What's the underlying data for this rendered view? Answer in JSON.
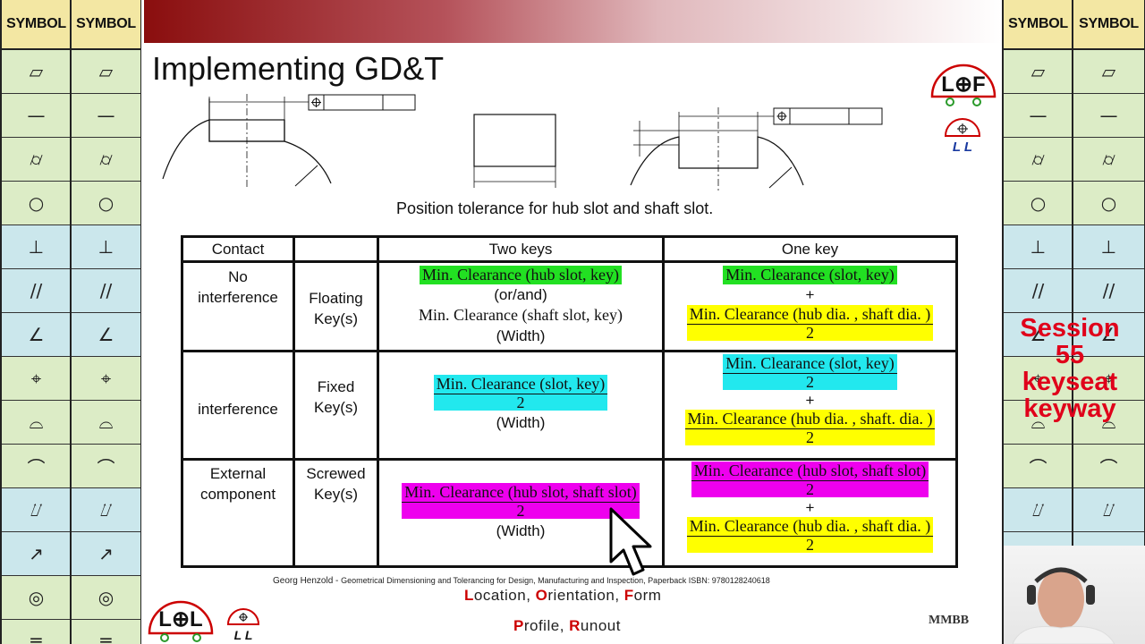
{
  "slide": {
    "title": "Implementing GD&T",
    "caption": "Position tolerance for hub slot and shaft slot.",
    "session_lines": [
      "Session",
      "55",
      "keyseat",
      "keyway"
    ],
    "credit_author": "Georg Henzold - ",
    "credit_book": "Geometrical Dimensioning and Tolerancing for Design, Manufacturing and Inspection, Paperback ISBN: 9780128240618",
    "lof": [
      {
        "initial": "L",
        "rest": "ocation, "
      },
      {
        "initial": "O",
        "rest": "rientation, "
      },
      {
        "initial": "F",
        "rest": "orm"
      }
    ],
    "pr": [
      {
        "initial": "P",
        "rest": "rofile, "
      },
      {
        "initial": "R",
        "rest": "unout"
      }
    ],
    "brand": "MMBB",
    "logo_text_top": "L⊕F",
    "logo_text_bottom": "L⊕L"
  },
  "symbol_columns": {
    "header": "SYMBOL",
    "symbols": [
      {
        "icon": "flatness-icon",
        "glyph": "▱",
        "group": "green"
      },
      {
        "icon": "straightness-icon",
        "glyph": "—",
        "group": "green"
      },
      {
        "icon": "cylindricity-icon",
        "glyph": "⌭",
        "group": "green"
      },
      {
        "icon": "circularity-icon",
        "glyph": "○",
        "group": "green"
      },
      {
        "icon": "perpendicularity-icon",
        "glyph": "⊥",
        "group": "blue"
      },
      {
        "icon": "parallelism-icon",
        "glyph": "//",
        "group": "blue"
      },
      {
        "icon": "angularity-icon",
        "glyph": "∠",
        "group": "blue"
      },
      {
        "icon": "position-icon",
        "glyph": "⌖",
        "group": "green"
      },
      {
        "icon": "profile-surface-icon",
        "glyph": "⌓",
        "group": "green"
      },
      {
        "icon": "profile-line-icon",
        "glyph": "⌒",
        "group": "green"
      },
      {
        "icon": "total-runout-icon",
        "glyph": "⌰",
        "group": "blue"
      },
      {
        "icon": "circular-runout-icon",
        "glyph": "↗",
        "group": "blue"
      },
      {
        "icon": "concentricity-icon",
        "glyph": "◎",
        "group": "green"
      },
      {
        "icon": "symmetry-icon",
        "glyph": "≡",
        "group": "green"
      }
    ]
  },
  "table": {
    "headers": [
      "Contact",
      "",
      "Two keys",
      "One key"
    ],
    "rows": [
      {
        "contact": [
          "No",
          "interference"
        ],
        "key": [
          "Floating",
          "Key(s)"
        ],
        "two_keys": {
          "highlight": "Min. Clearance (hub slot, key)",
          "lines": [
            "(or/and)",
            "Min. Clearance (shaft slot, key)",
            "(Width)"
          ]
        },
        "one_key": {
          "top": "Min. Clearance (slot, key)",
          "plus": "+",
          "frac_num": "Min. Clearance (hub dia. , shaft dia. )",
          "frac_den": "2"
        }
      },
      {
        "contact": [
          "interference"
        ],
        "key": [
          "Fixed",
          "Key(s)"
        ],
        "two_keys": {
          "frac_num": "Min. Clearance (slot, key)",
          "frac_den": "2",
          "width": "(Width)"
        },
        "one_key": {
          "frac1_num": "Min. Clearance (slot, key)",
          "frac1_den": "2",
          "plus": "+",
          "frac2_num": "Min. Clearance (hub dia. , shaft. dia. )",
          "frac2_den": "2"
        }
      },
      {
        "contact": [
          "External",
          "component"
        ],
        "key": [
          "Screwed",
          "Key(s)"
        ],
        "two_keys": {
          "frac_num": "Min. Clearance (hub slot, shaft slot)",
          "frac_den": "2",
          "width": "(Width)"
        },
        "one_key": {
          "frac1_num": "Min. Clearance (hub slot, shaft slot)",
          "frac1_den": "2",
          "plus": "+",
          "frac2_num": "Min. Clearance (hub dia. , shaft dia. )",
          "frac2_den": "2"
        }
      }
    ]
  }
}
